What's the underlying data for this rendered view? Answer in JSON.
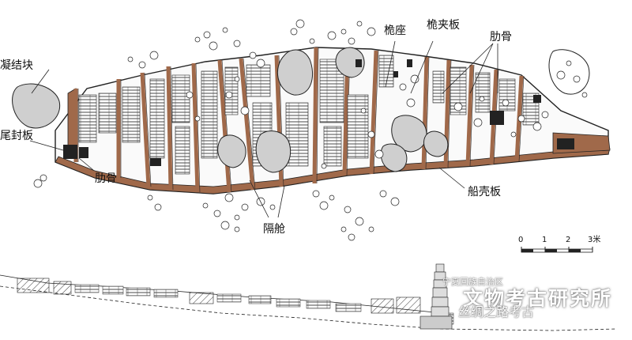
{
  "labels": {
    "concretion": "凝结块",
    "stern_board": "尾封板",
    "rib_bottom": "肋骨",
    "mast_step": "桅座",
    "mast_clamp": "桅夹板",
    "rib_top": "肋骨",
    "bulkhead": "隔舱",
    "hull_plank": "船壳板"
  },
  "scale_bar": {
    "ticks": [
      "0",
      "1",
      "2",
      "3米"
    ]
  },
  "watermark": {
    "line1": "宁夏回族自治区",
    "line2": "文物考古研究所",
    "line3": "丝绸之路考古"
  },
  "colors": {
    "hull": "#a0694a",
    "line": "#222222",
    "concretion": "#cfcfcf"
  }
}
